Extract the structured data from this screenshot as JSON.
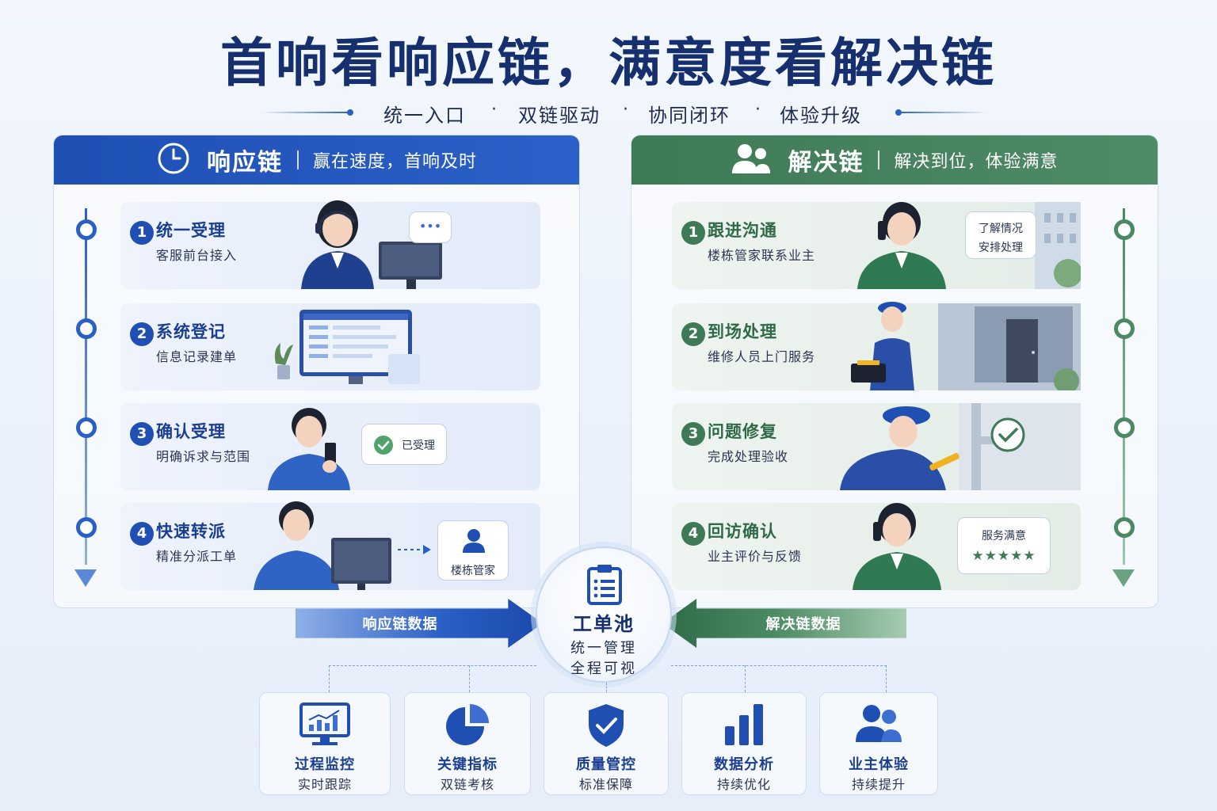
{
  "title": "首响看响应链，满意度看解决链",
  "tagline": [
    "统一入口",
    "双链驱动",
    "协同闭环",
    "体验升级"
  ],
  "tagline_sep": "·",
  "left_panel": {
    "title": "响应链",
    "subtitle": "赢在速度，首响及时",
    "steps": [
      {
        "num": "1",
        "title": "统一受理",
        "desc": "客服前台接入"
      },
      {
        "num": "2",
        "title": "系统登记",
        "desc": "信息记录建单"
      },
      {
        "num": "3",
        "title": "确认受理",
        "desc": "明确诉求与范围"
      },
      {
        "num": "4",
        "title": "快速转派",
        "desc": "精准分派工单"
      }
    ],
    "bubble_dots": "•••",
    "accepted_label": "已受理",
    "dispatch_target": "楼栋管家"
  },
  "right_panel": {
    "title": "解决链",
    "subtitle": "解决到位，体验满意",
    "steps": [
      {
        "num": "1",
        "title": "跟进沟通",
        "desc": "楼栋管家联系业主"
      },
      {
        "num": "2",
        "title": "到场处理",
        "desc": "维修人员上门服务"
      },
      {
        "num": "3",
        "title": "问题修复",
        "desc": "完成处理验收"
      },
      {
        "num": "4",
        "title": "回访确认",
        "desc": "业主评价与反馈"
      }
    ],
    "bubble_line1": "了解情况",
    "bubble_line2": "安排处理",
    "satisfied_label": "服务满意",
    "stars": "★★★★★"
  },
  "flow": {
    "left_label": "响应链数据",
    "right_label": "解决链数据"
  },
  "pool": {
    "title": "工单池",
    "line1": "统一管理",
    "line2": "全程可视"
  },
  "bottom_cards": [
    {
      "title": "过程监控",
      "sub": "实时跟踪",
      "icon": "monitor-chart-icon"
    },
    {
      "title": "关键指标",
      "sub": "双链考核",
      "icon": "pie-chart-icon"
    },
    {
      "title": "质量管控",
      "sub": "标准保障",
      "icon": "shield-check-icon"
    },
    {
      "title": "数据分析",
      "sub": "持续优化",
      "icon": "bar-chart-icon"
    },
    {
      "title": "业主体验",
      "sub": "持续提升",
      "icon": "users-icon"
    }
  ],
  "colors": {
    "blue": "#1f4fb3",
    "green": "#3d7a55",
    "navy": "#16306f"
  }
}
